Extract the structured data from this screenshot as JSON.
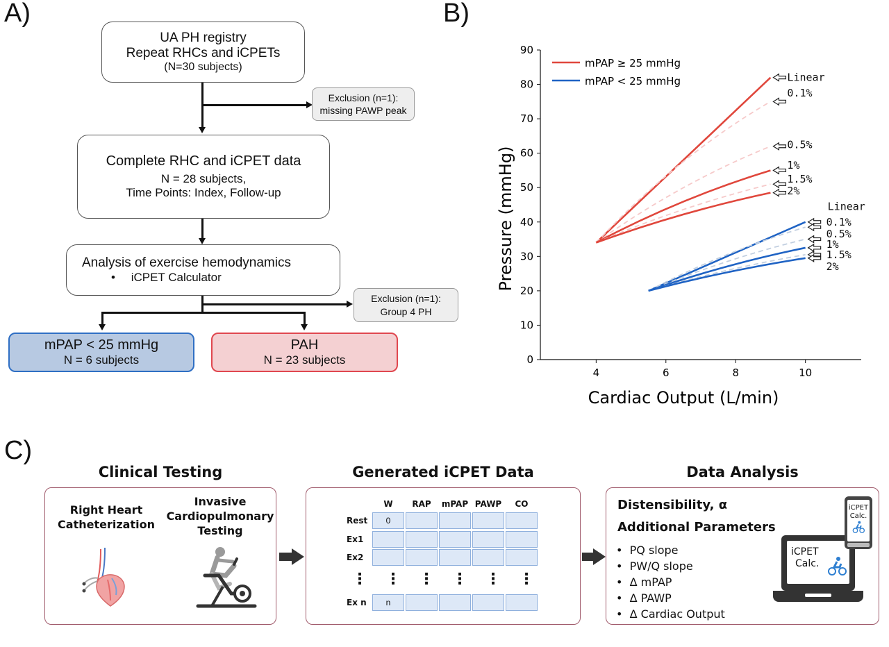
{
  "panel_a": {
    "label": "A)",
    "box1": {
      "line1": "UA PH registry",
      "line2": "Repeat RHCs and iCPETs",
      "line3": "(N=30 subjects)"
    },
    "exclusion1": {
      "line1": "Exclusion (n=1):",
      "line2": "missing PAWP peak"
    },
    "box2": {
      "line1": "Complete RHC and iCPET data",
      "line2": "N = 28 subjects,",
      "line3": "Time Points: Index,  Follow-up"
    },
    "box3": {
      "line1": "Analysis of exercise hemodynamics",
      "bullet": "•",
      "line2": "iCPET Calculator"
    },
    "exclusion2": {
      "line1": "Exclusion (n=1):",
      "line2": "Group 4 PH"
    },
    "box_low": {
      "line1": "mPAP < 25 mmHg",
      "line2": "N = 6 subjects"
    },
    "box_pah": {
      "line1": "PAH",
      "line2": "N = 23 subjects"
    },
    "colors": {
      "low_fill": "#b7c9e2",
      "low_border": "#2f6fc4",
      "pah_fill": "#f4d0d2",
      "pah_border": "#e0474f"
    }
  },
  "panel_b": {
    "label": "B)",
    "chart_data": {
      "type": "line",
      "xlabel": "Cardiac Output (L/min)",
      "ylabel": "Pressure (mmHg)",
      "xlim": [
        2.4,
        11.6
      ],
      "ylim": [
        0,
        90
      ],
      "xticks": [
        "4",
        "6",
        "8",
        "10"
      ],
      "yticks": [
        "0",
        "10",
        "20",
        "30",
        "40",
        "50",
        "60",
        "70",
        "80",
        "90"
      ],
      "legend": {
        "placement": "top-left",
        "entries": [
          "mPAP ≥ 25 mmHg",
          "mPAP < 25 mmHg"
        ]
      },
      "series": [
        {
          "group": "mPAP ≥ 25 mmHg",
          "label": "Linear",
          "style": "solid",
          "x": [
            4,
            9
          ],
          "y": [
            34,
            82
          ]
        },
        {
          "group": "mPAP ≥ 25 mmHg",
          "label": "0.1%",
          "style": "dashed",
          "x": [
            4,
            9
          ],
          "y": [
            34,
            75
          ]
        },
        {
          "group": "mPAP ≥ 25 mmHg",
          "label": "0.5%",
          "style": "dashed",
          "x": [
            4,
            9
          ],
          "y": [
            34,
            62
          ]
        },
        {
          "group": "mPAP ≥ 25 mmHg",
          "label": "1%",
          "style": "solid",
          "x": [
            4,
            9
          ],
          "y": [
            34,
            55
          ]
        },
        {
          "group": "mPAP ≥ 25 mmHg",
          "label": "1.5%",
          "style": "dashed",
          "x": [
            4,
            9
          ],
          "y": [
            34,
            51
          ]
        },
        {
          "group": "mPAP ≥ 25 mmHg",
          "label": "2%",
          "style": "solid",
          "x": [
            4,
            9
          ],
          "y": [
            34,
            48.5
          ]
        },
        {
          "group": "mPAP < 25 mmHg",
          "label": "Linear",
          "style": "solid",
          "x": [
            5.5,
            10
          ],
          "y": [
            20,
            40
          ]
        },
        {
          "group": "mPAP < 25 mmHg",
          "label": "0.1%",
          "style": "dashed",
          "x": [
            5.5,
            10
          ],
          "y": [
            20,
            38.5
          ]
        },
        {
          "group": "mPAP < 25 mmHg",
          "label": "0.5%",
          "style": "dashed",
          "x": [
            5.5,
            10
          ],
          "y": [
            20,
            35
          ]
        },
        {
          "group": "mPAP < 25 mmHg",
          "label": "1%",
          "style": "solid",
          "x": [
            5.5,
            10
          ],
          "y": [
            20,
            32.5
          ]
        },
        {
          "group": "mPAP < 25 mmHg",
          "label": "1.5%",
          "style": "dashed",
          "x": [
            5.5,
            10
          ],
          "y": [
            20,
            30.5
          ]
        },
        {
          "group": "mPAP < 25 mmHg",
          "label": "2%",
          "style": "solid",
          "x": [
            5.5,
            10
          ],
          "y": [
            20,
            29.5
          ]
        }
      ],
      "colors": {
        "high": "#e0473c",
        "high_dashed": "#f6caca",
        "low": "#1f63c4",
        "low_dashed": "#c2cfe0"
      }
    }
  },
  "panel_c": {
    "label": "C)",
    "titles": {
      "clinical": "Clinical Testing",
      "generated": "Generated iCPET Data",
      "analysis": "Data Analysis"
    },
    "clinical": {
      "rhc_line1": "Right Heart",
      "rhc_line2": "Catheterization",
      "icpet_line1": "Invasive",
      "icpet_line2": "Cardiopulmonary",
      "icpet_line3": "Testing"
    },
    "table": {
      "headers": [
        "W",
        "RAP",
        "mPAP",
        "PAWP",
        "CO"
      ],
      "rows": [
        {
          "label": "Rest",
          "first": "0"
        },
        {
          "label": "Ex1",
          "first": ""
        },
        {
          "label": "Ex2",
          "first": ""
        },
        {
          "label": "Ex n",
          "first": "n"
        }
      ],
      "dots": "⋮"
    },
    "analysis": {
      "heading1": "Distensibility, α",
      "heading2": "Additional Parameters",
      "bullet": "•",
      "items": [
        "PQ slope",
        "PW/Q slope",
        "Δ mPAP",
        "Δ PAWP",
        "Δ Cardiac Output"
      ],
      "laptop_label1": "iCPET",
      "laptop_label2": "Calc.",
      "phone_label1": "iCPET",
      "phone_label2": "Calc."
    }
  }
}
